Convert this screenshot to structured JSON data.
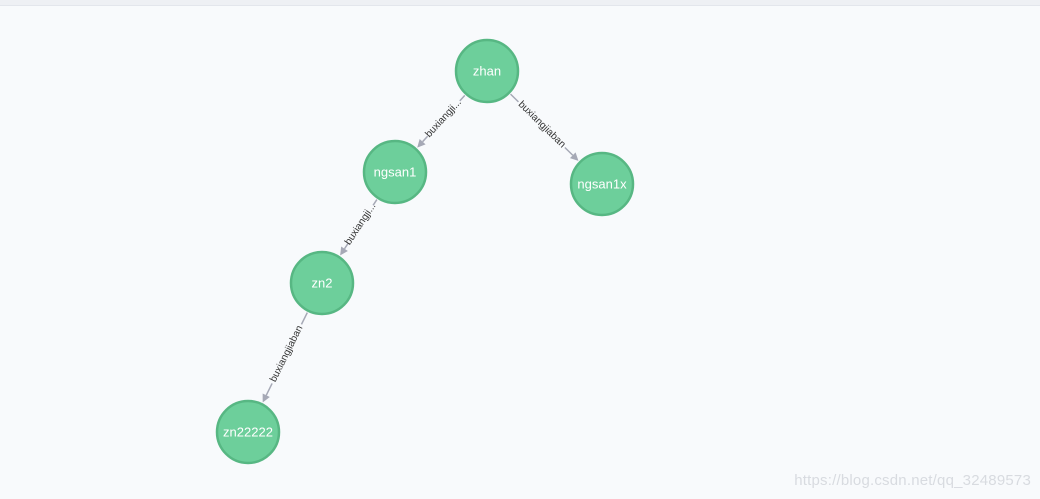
{
  "graph": {
    "nodes": [
      {
        "id": "zhan",
        "label": "zhan"
      },
      {
        "id": "ngsan1",
        "label": "ngsan1"
      },
      {
        "id": "ngsan1x",
        "label": "ngsan1x"
      },
      {
        "id": "zn2",
        "label": "zn2"
      },
      {
        "id": "zn22222",
        "label": "zn22222"
      }
    ],
    "edges": [
      {
        "source": "zhan",
        "target": "ngsan1",
        "label": "buxiangji..."
      },
      {
        "source": "zhan",
        "target": "ngsan1x",
        "label": "buxiangjiaban"
      },
      {
        "source": "ngsan1",
        "target": "zn2",
        "label": "buxiangji..."
      },
      {
        "source": "zn2",
        "target": "zn22222",
        "label": "buxiangjiaban"
      }
    ],
    "colors": {
      "node_fill": "#6dcf9b",
      "node_stroke": "#57b783",
      "edge": "#a6a9b6",
      "background": "#f8fafc"
    }
  },
  "watermark": "https://blog.csdn.net/qq_32489573"
}
